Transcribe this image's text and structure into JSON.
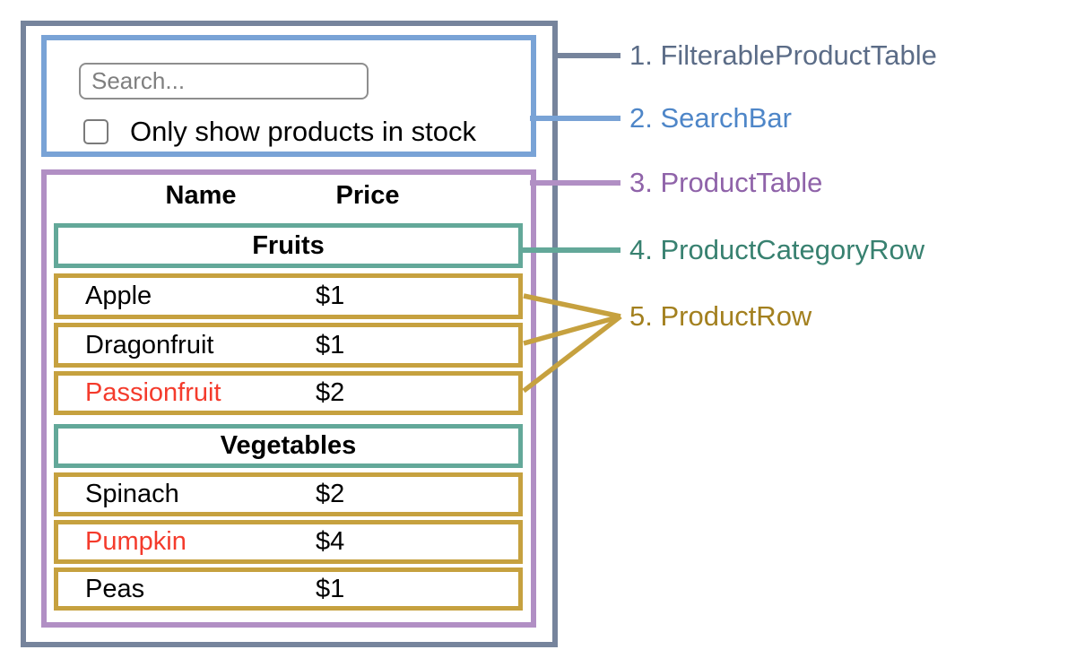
{
  "colors": {
    "filterable_product_table_border": "#76849c",
    "filterable_product_table_text": "#5b6c87",
    "search_bar_border": "#79a3d6",
    "search_bar_text": "#4e86c8",
    "product_table_border": "#b18fc4",
    "product_table_text": "#8f63a9",
    "product_category_row_border": "#63a899",
    "product_category_row_text": "#388170",
    "product_row_border": "#c6a13f",
    "product_row_text": "#a3801f",
    "out_of_stock_text": "#f43b2c"
  },
  "search_bar": {
    "placeholder": "Search...",
    "checkbox_label": "Only show products in stock",
    "checkbox_checked": false
  },
  "product_table": {
    "name_header": "Name",
    "price_header": "Price",
    "sections": [
      {
        "category": "Fruits",
        "rows": [
          {
            "name": "Apple",
            "price": "$1"
          },
          {
            "name": "Dragonfruit",
            "price": "$1"
          },
          {
            "name": "Passionfruit",
            "price": "$2"
          }
        ]
      },
      {
        "category": "Vegetables",
        "rows": [
          {
            "name": "Spinach",
            "price": "$2"
          },
          {
            "name": "Pumpkin",
            "price": "$4"
          },
          {
            "name": "Peas",
            "price": "$1"
          }
        ]
      }
    ]
  },
  "annotations": [
    {
      "label": "1. FilterableProductTable"
    },
    {
      "label": "2. SearchBar"
    },
    {
      "label": "3. ProductTable"
    },
    {
      "label": "4. ProductCategoryRow"
    },
    {
      "label": "5. ProductRow"
    }
  ]
}
